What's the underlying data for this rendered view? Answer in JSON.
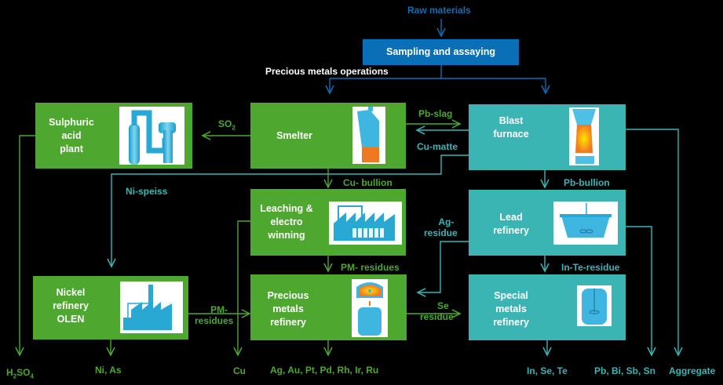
{
  "title": "Precious metals operations flowsheet",
  "colors": {
    "background": "#000000",
    "green": "#4ea72e",
    "teal": "#3bb4b4",
    "blue": "#0a6fb5",
    "text_on_box": "#ffffff"
  },
  "top": {
    "raw_materials": "Raw materials",
    "sampling": "Sampling and assaying",
    "section_label": "Precious metals operations"
  },
  "nodes": {
    "sulphuric_acid_plant": {
      "label_lines": [
        "Sulphuric",
        "acid",
        "plant"
      ],
      "icon": "absorption-tower-icon"
    },
    "smelter": {
      "label_lines": [
        "Smelter"
      ],
      "icon": "smelter-furnace-icon"
    },
    "blast_furnace": {
      "label_lines": [
        "Blast",
        "furnace"
      ],
      "icon": "blast-furnace-icon"
    },
    "leaching": {
      "label_lines": [
        "Leaching &",
        "electro",
        "winning"
      ],
      "icon": "factory-icon"
    },
    "lead_refinery": {
      "label_lines": [
        "Lead",
        "refinery"
      ],
      "icon": "kettle-icon"
    },
    "nickel_refinery": {
      "label_lines": [
        "Nickel",
        "refinery",
        "OLEN"
      ],
      "icon": "factory-chimney-icon"
    },
    "precious_refinery": {
      "label_lines": [
        "Precious",
        "metals",
        "refinery"
      ],
      "icon": "furnace-reactor-icon"
    },
    "special_refinery": {
      "label_lines": [
        "Special",
        "metals",
        "refinery"
      ],
      "icon": "reactor-vessel-icon"
    }
  },
  "flows": {
    "so2": "SO",
    "so2_sub": "2",
    "pb_slag": "Pb-slag",
    "cu_matte": "Cu-matte",
    "ni_speiss": "Ni-speiss",
    "cu_bullion": "Cu- bullion",
    "pb_bullion": "Pb-bullion",
    "ag_residue_lines": [
      "Ag-",
      "residue"
    ],
    "pm_residues": "PM- residues",
    "in_te_residue": "In-Te-residue",
    "pm_residues_ni_lines": [
      "PM-",
      "residues"
    ],
    "se_residue_lines": [
      "Se",
      "residue"
    ]
  },
  "outputs": {
    "h2so4": {
      "a": "H",
      "b": "2",
      "c": "SO",
      "d": "4"
    },
    "ni_as": "Ni, As",
    "cu": "Cu",
    "pgm": "Ag, Au, Pt, Pd, Rh, Ir, Ru",
    "in_se_te": "In, Se, Te",
    "pb_bi_sb_sn": "Pb, Bi, Sb, Sn",
    "aggregate": "Aggregate"
  }
}
